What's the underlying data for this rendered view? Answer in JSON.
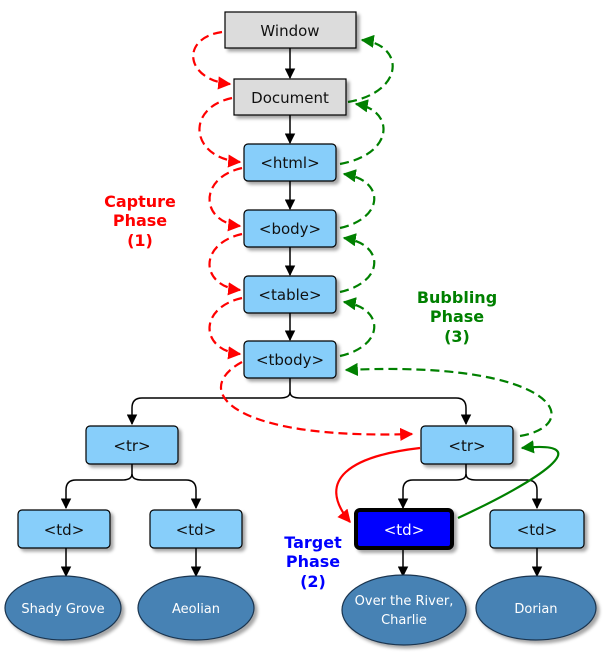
{
  "nodes": {
    "window": "Window",
    "document": "Document",
    "html": "<html>",
    "body": "<body>",
    "table": "<table>",
    "tbody": "<tbody>",
    "tr_left": "<tr>",
    "tr_right": "<tr>",
    "td_1": "<td>",
    "td_2": "<td>",
    "td_target": "<td>",
    "td_4": "<td>"
  },
  "leaves": {
    "leaf_1": "Shady Grove",
    "leaf_2": "Aeolian",
    "leaf_3_line1": "Over the River,",
    "leaf_3_line2": "Charlie",
    "leaf_4": "Dorian"
  },
  "phases": {
    "capture": {
      "line1": "Capture",
      "line2": "Phase",
      "line3": "(1)"
    },
    "bubbling": {
      "line1": "Bubbling",
      "line2": "Phase",
      "line3": "(3)"
    },
    "target": {
      "line1": "Target",
      "line2": "Phase",
      "line3": "(2)"
    }
  },
  "colors": {
    "capture": "#ff0000",
    "bubbling": "#008000",
    "target": "#0000ff",
    "gray_node": "#dcdcdc",
    "blue_node": "#87cefa",
    "target_node": "#0000ff",
    "leaf": "#4682b4"
  }
}
